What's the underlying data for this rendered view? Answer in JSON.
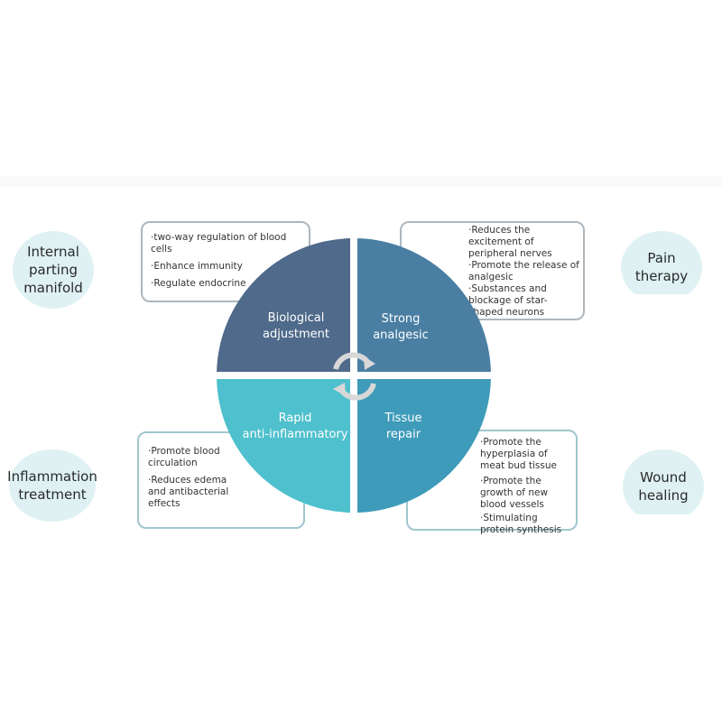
{
  "diagram": {
    "colors": {
      "biological": "#4f6a8a",
      "analgesic": "#4a7fa3",
      "inflammatory": "#4fc0cd",
      "tissue": "#3e9bb9",
      "circle_fill": "#dff1f3",
      "arrow": "#d8d8d8"
    },
    "quadrants": {
      "top_left": "Biological\nadjustment",
      "top_right": "Strong\nanalgesic",
      "bottom_left": "Rapid\nanti-inflammatory",
      "bottom_right": "Tissue\nrepair"
    },
    "outer_circles": {
      "top_left": "Internal\nparting\nmanifold",
      "top_right": "Pain\ntherapy",
      "bottom_left": "Inflammation\ntreatment",
      "bottom_right": "Wound\nhealing"
    },
    "boxes": {
      "top_left": [
        "·two-way regulation of blood cells",
        "·Enhance immunity",
        "·Regulate endocrine"
      ],
      "top_right": [
        "·Reduces the excitement of peripheral nerves",
        "·Promote the release of analgesic",
        "·Substances and blockage of star-shaped neurons"
      ],
      "bottom_left": [
        "·Promote blood circulation",
        "·Reduces edema and antibacterial effects"
      ],
      "bottom_right": [
        "·Promote the hyperplasia of meat bud tissue",
        "·Promote the growth of new blood vessels",
        "·Stimulating protein synthesis"
      ]
    },
    "center_icon": "cycle-arrows-icon"
  }
}
